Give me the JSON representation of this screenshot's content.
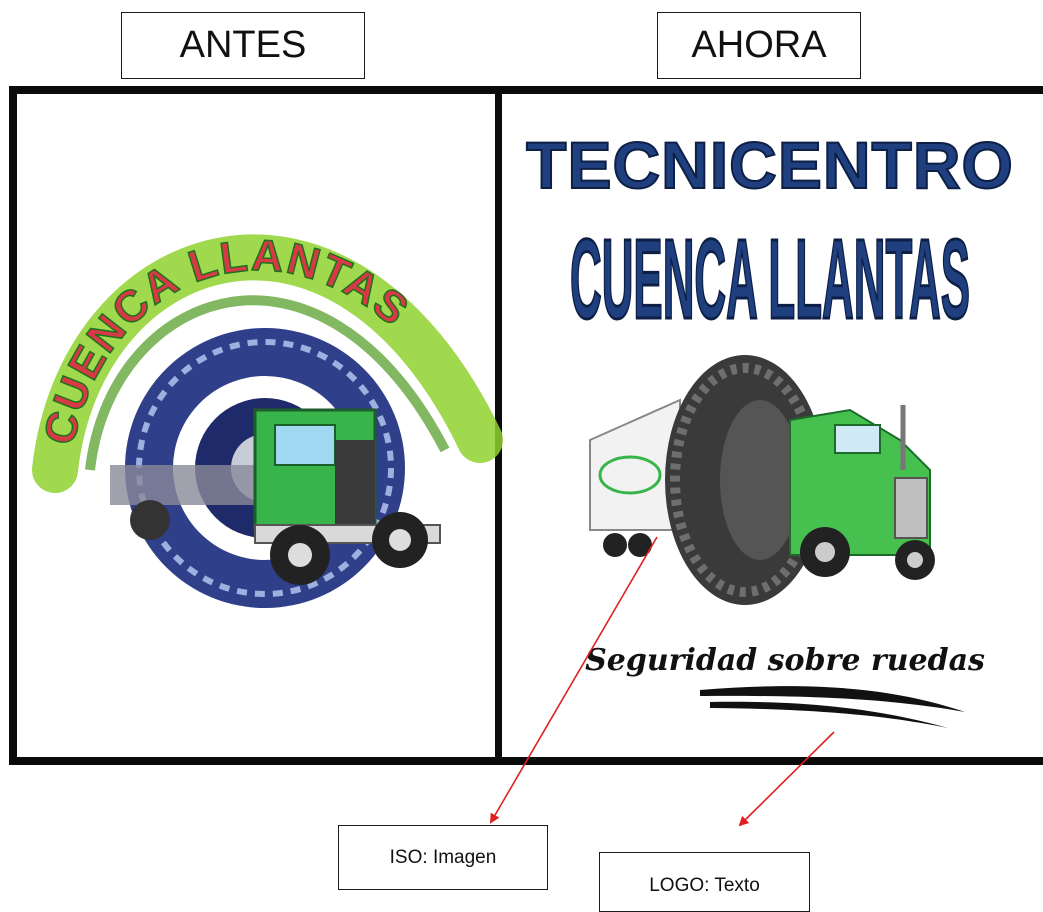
{
  "headers": {
    "before": "ANTES",
    "after": "AHORA"
  },
  "old_logo": {
    "arc_text": "CUENCA LLANTAS"
  },
  "new_logo": {
    "title_line1": "TECNICENTRO",
    "title_line2": "CUENCA LLANTAS",
    "slogan": "Seguridad sobre ruedas"
  },
  "annotations": {
    "iso": "ISO: Imagen",
    "logo": "LOGO: Texto"
  },
  "colors": {
    "frame": "#0b0b0b",
    "arrow": "#e02020",
    "old_text_fill": "#d83a45",
    "old_ribbon": "#8fd22e",
    "truck_green": "#37b54a",
    "title_blue": "#1f3f7f"
  }
}
